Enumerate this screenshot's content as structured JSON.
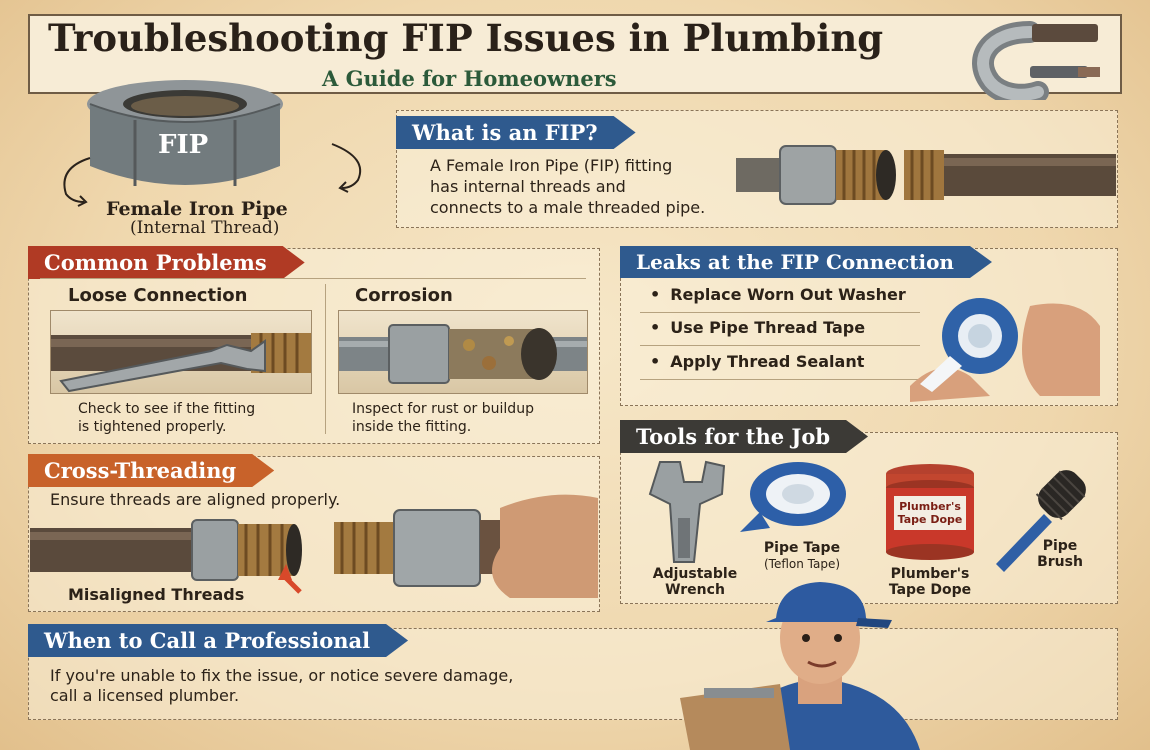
{
  "header": {
    "title": "Troubleshooting FIP Issues in Plumbing",
    "subtitle": "A Guide for Homeowners"
  },
  "fip_badge": {
    "label": "FIP",
    "caption_line1": "Female Iron Pipe",
    "caption_line2": "(Internal Thread)"
  },
  "what_is": {
    "heading": "What is an FIP?",
    "lines": [
      "A Female Iron Pipe (FIP) fitting",
      "has internal threads and",
      "connects to a male threaded pipe."
    ]
  },
  "common_problems": {
    "heading": "Common Problems",
    "loose": {
      "title": "Loose Connection",
      "caption": [
        "Check to see if the fitting",
        "is tightened properly."
      ]
    },
    "corrosion": {
      "title": "Corrosion",
      "caption": [
        "Inspect for rust or buildup",
        "inside the fitting."
      ]
    }
  },
  "leaks": {
    "heading": "Leaks at the FIP Connection",
    "items": [
      "Replace Worn Out Washer",
      "Use Pipe Thread Tape",
      "Apply Thread Sealant"
    ]
  },
  "cross_threading": {
    "heading": "Cross-Threading",
    "text": "Ensure threads are aligned properly.",
    "label": "Misaligned Threads"
  },
  "tools": {
    "heading": "Tools for the Job",
    "wrench": [
      "Adjustable",
      "Wrench"
    ],
    "tape": [
      "Pipe Tape",
      "(Teflon Tape)"
    ],
    "dope_jar": [
      "Plumber's",
      "Tape Dope"
    ],
    "dope": [
      "Plumber's",
      "Tape Dope"
    ],
    "brush": [
      "Pipe",
      "Brush"
    ]
  },
  "professional": {
    "heading": "When to Call a Professional",
    "lines": [
      "If you're unable to fix the issue, or notice severe damage,",
      "call a licensed plumber."
    ]
  },
  "colors": {
    "red_banner": "#b03a24",
    "blue_banner": "#2f5a8e",
    "dark_banner": "#3c3a36",
    "orange_banner": "#c8622a",
    "background": "#f3e2bf"
  }
}
